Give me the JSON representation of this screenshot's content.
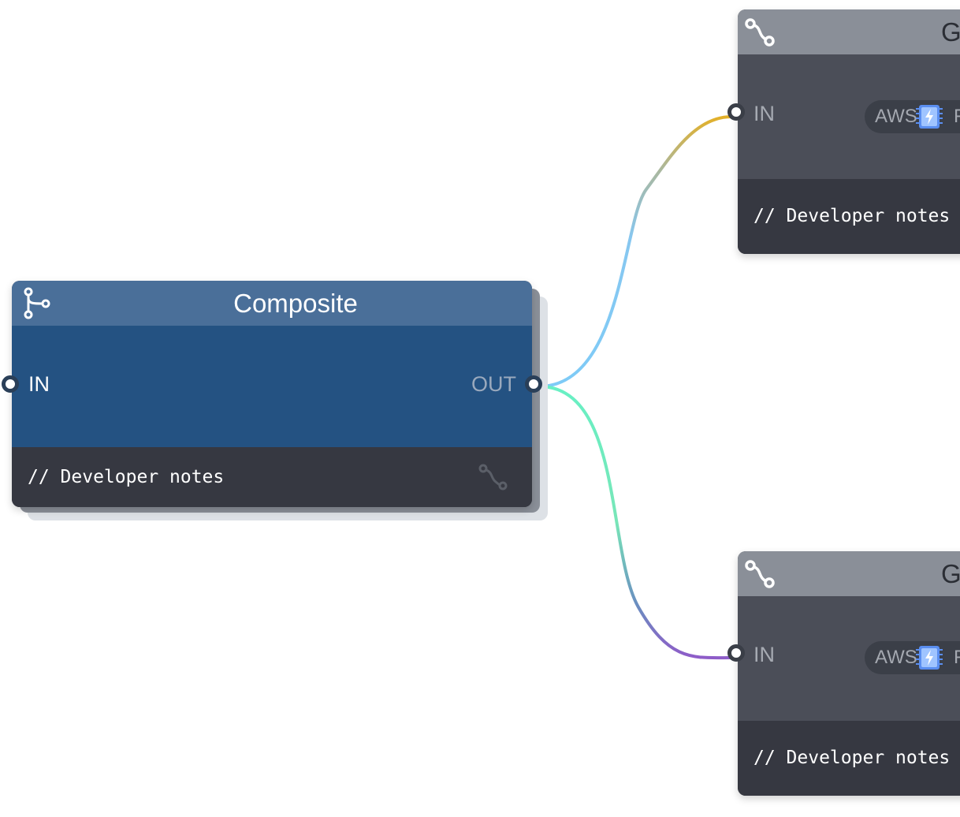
{
  "composite_node": {
    "title": "Composite",
    "icon": "branch-icon",
    "in_label": "IN",
    "out_label": "OUT",
    "notes": "// Developer notes",
    "footer_icon": "route-icon",
    "colors": {
      "header": "#4a6f99",
      "body": "#245282",
      "footer": "#363841"
    }
  },
  "nodes_right": [
    {
      "title_partial": "G",
      "icon": "route-icon",
      "in_label": "IN",
      "badge_label": "AWS",
      "badge_icon": "aws-lambda-chip-icon",
      "badge_suffix": "F",
      "notes": "// Developer notes"
    },
    {
      "title_partial": "G",
      "icon": "route-icon",
      "in_label": "IN",
      "badge_label": "AWS",
      "badge_icon": "aws-lambda-chip-icon",
      "badge_suffix": "F",
      "notes": "// Developer notes"
    }
  ],
  "connections": [
    {
      "from": "Composite OUT",
      "to": "top node IN",
      "colors": [
        "#7ecbf7",
        "#e0b030"
      ]
    },
    {
      "from": "Composite OUT",
      "to": "bottom node IN",
      "colors": [
        "#6ef2c0",
        "#8e5fc8"
      ]
    }
  ]
}
